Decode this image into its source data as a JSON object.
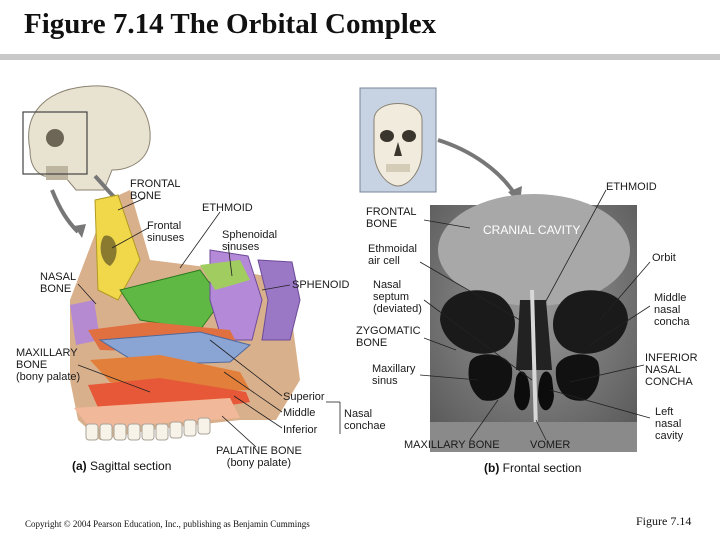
{
  "title": "Figure 7.14  The Orbital Complex",
  "sagittal": {
    "labels": {
      "frontal_bone": "FRONTAL\nBONE",
      "ethmoid": "ETHMOID",
      "frontal_sinuses": "Frontal\nsinuses",
      "sphenoidal_sinuses": "Sphenoidal\nsinuses",
      "nasal_bone": "NASAL\nBONE",
      "sphenoid": "SPHENOID",
      "maxillary_bone": "MAXILLARY\nBONE\n(bony palate)",
      "superior": "Superior",
      "middle": "Middle",
      "inferior": "Inferior",
      "nasal_conchae": "Nasal\nconchae",
      "palatine_bone": "PALATINE BONE\n(bony palate)"
    },
    "caption_letter": "(a)",
    "caption_text": "Sagittal section"
  },
  "frontal": {
    "labels": {
      "ethmoid": "ETHMOID",
      "frontal_bone": "FRONTAL\nBONE",
      "cranial_cavity": "CRANIAL CAVITY",
      "ethmoidal_air_cell": "Ethmoidal\nair cell",
      "orbit": "Orbit",
      "nasal_septum": "Nasal\nseptum\n(deviated)",
      "middle_nasal_concha": "Middle\nnasal\nconcha",
      "zygomatic_bone": "ZYGOMATIC\nBONE",
      "inferior_nasal_concha": "INFERIOR\nNASAL\nCONCHA",
      "maxillary_sinus": "Maxillary\nsinus",
      "left_nasal_cavity": "Left\nnasal\ncavity",
      "maxillary_bone": "MAXILLARY BONE",
      "vomer": "VOMER"
    },
    "caption_letter": "(b)",
    "caption_text": "Frontal section"
  },
  "footer": {
    "copyright": "Copyright © 2004 Pearson Education, Inc., publishing as Benjamin Cummings",
    "figure_ref": "Figure 7.14"
  }
}
